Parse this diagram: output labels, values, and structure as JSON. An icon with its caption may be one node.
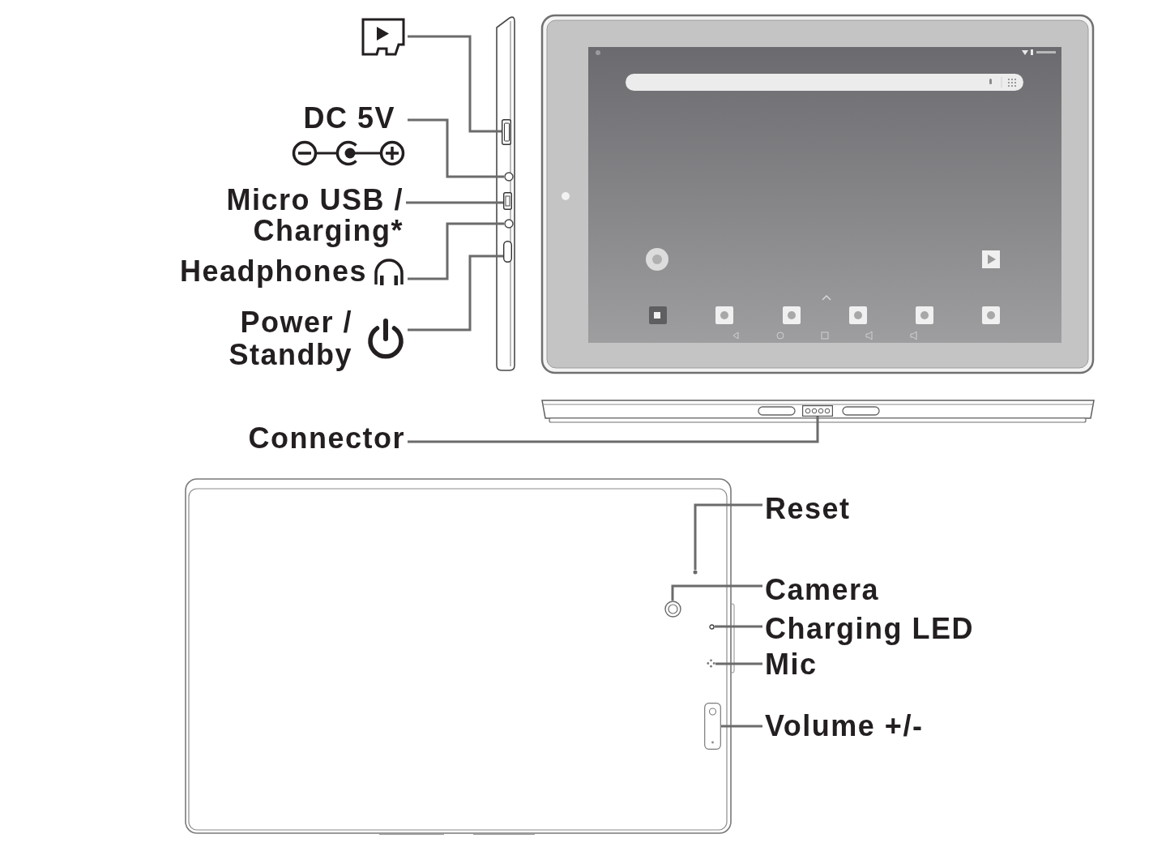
{
  "diagram": {
    "nodes": [
      {
        "text": [],
        "shape": "picture"
      },
      {
        "text": [
          "DC 5V"
        ]
      },
      {
        "text": [
          "Micro USB / Charging*"
        ]
      },
      {
        "text": [
          "Headphones"
        ]
      },
      {
        "text": [
          "Power / Standby"
        ]
      },
      {
        "text": [
          "Connector"
        ]
      },
      {
        "text": [
          "Reset"
        ]
      },
      {
        "text": [
          "Camera"
        ]
      },
      {
        "text": [
          "Charging LED"
        ]
      },
      {
        "text": [
          "Mic"
        ]
      },
      {
        "text": [
          "Volume +/-"
        ]
      },
      {
        "text": [],
        "shape": "box"
      },
      {
        "text": [],
        "shape": "circle"
      },
      {
        "text": [],
        "shape": "box"
      },
      {
        "text": [],
        "shape": "circle"
      },
      {
        "text": [],
        "shape": "box"
      },
      {
        "text": [],
        "shape": "box"
      },
      {
        "text": [],
        "shape": "circle"
      },
      {
        "text": [],
        "shape": "circle"
      },
      {
        "text": [],
        "shape": "circle"
      },
      {
        "text": [],
        "shape": "circle"
      },
      {
        "text": [],
        "shape": "box"
      }
    ],
    "edges": [
      {
        "from": 0,
        "to": 11,
        "arrow": "none"
      },
      {
        "from": 1,
        "to": 12,
        "arrow": "none"
      },
      {
        "from": 2,
        "to": 13,
        "arrow": "none"
      },
      {
        "from": 3,
        "to": 14,
        "arrow": "none"
      },
      {
        "from": 4,
        "to": 15,
        "arrow": "none"
      },
      {
        "from": 5,
        "to": 16,
        "arrow": "none"
      },
      {
        "from": 6,
        "to": 17,
        "arrow": "none"
      },
      {
        "from": 7,
        "to": 18,
        "arrow": "none"
      },
      {
        "from": 8,
        "to": 19,
        "arrow": "none"
      },
      {
        "from": 9,
        "to": 20,
        "arrow": "none"
      },
      {
        "from": 10,
        "to": 21,
        "arrow": "none"
      }
    ]
  }
}
